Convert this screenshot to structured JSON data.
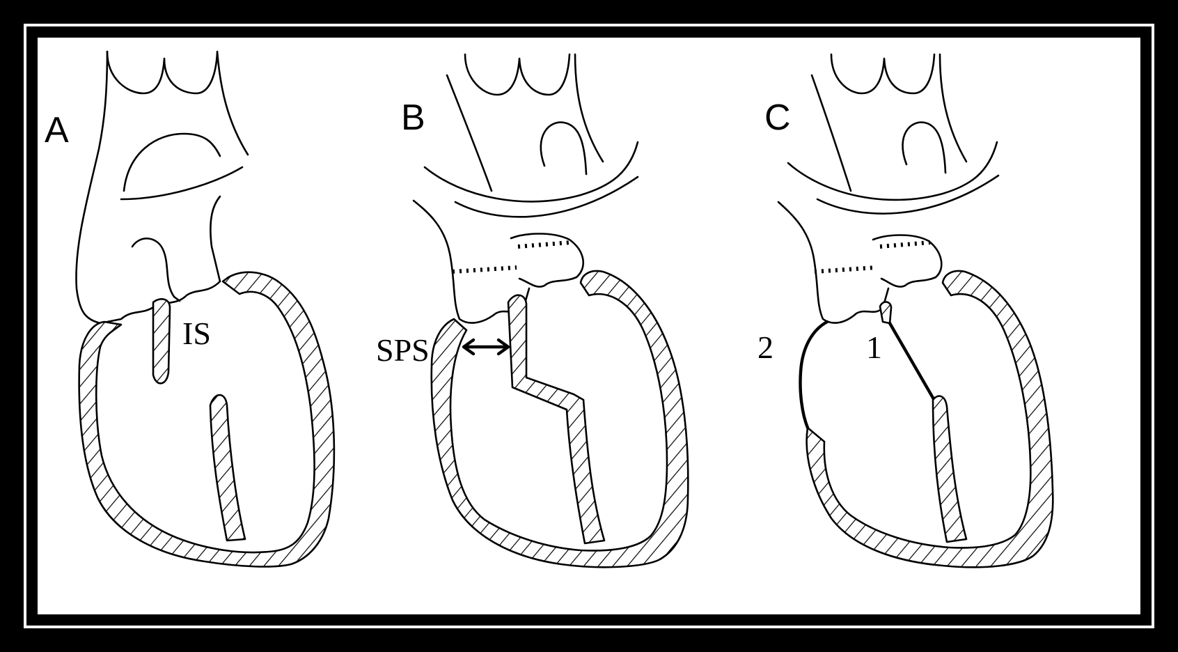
{
  "panels": [
    {
      "label": "A",
      "structure_label": "IS"
    },
    {
      "label": "B",
      "structure_label": "SPS"
    },
    {
      "label": "C",
      "marker_1": "1",
      "marker_2": "2"
    }
  ]
}
